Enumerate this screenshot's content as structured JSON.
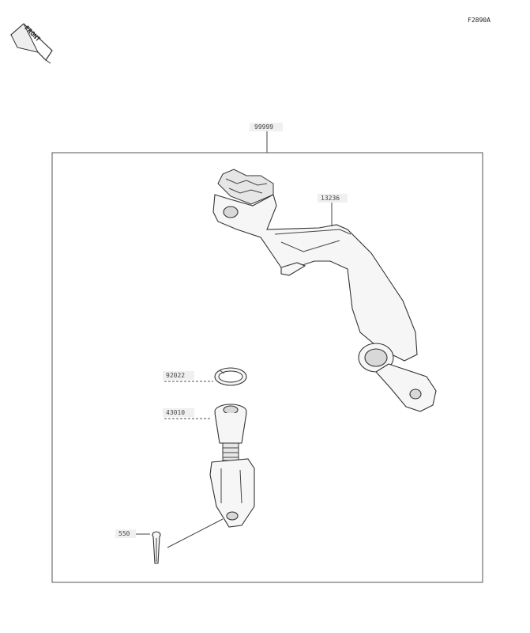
{
  "figure_id": "F2890A",
  "front_label": "FRONT",
  "parts": [
    {
      "key": "assembly",
      "code": "99999"
    },
    {
      "key": "brake_pedal",
      "code": "13236"
    },
    {
      "key": "retaining_ring",
      "code": "92022"
    },
    {
      "key": "clevis_boot",
      "code": "43010"
    },
    {
      "key": "cotter_pin",
      "code": "550"
    }
  ]
}
